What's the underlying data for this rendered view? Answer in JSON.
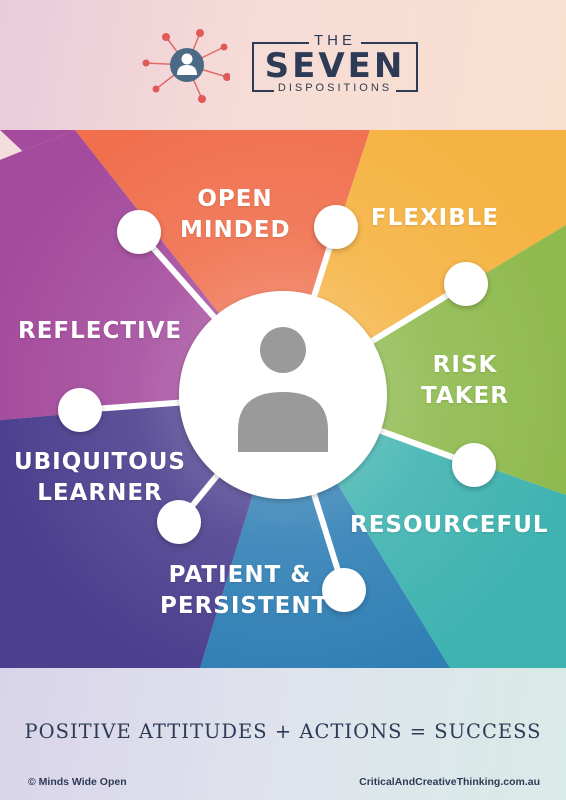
{
  "header": {
    "title_the": "THE",
    "title_main": "SEVEN",
    "title_sub": "DISPOSITIONS",
    "logo_icon": "network-person-icon"
  },
  "dispositions": [
    {
      "id": "open-minded",
      "line1": "OPEN",
      "line2": "MINDED"
    },
    {
      "id": "flexible",
      "line1": "FLEXIBLE"
    },
    {
      "id": "risk-taker",
      "line1": "RISK",
      "line2": "TAKER"
    },
    {
      "id": "resourceful",
      "line1": "RESOURCEFUL"
    },
    {
      "id": "patient-persistent",
      "line1": "PATIENT &",
      "line2": "PERSISTENT"
    },
    {
      "id": "ubiquitous-learner",
      "line1": "UBIQUITOUS",
      "line2": "LEARNER"
    },
    {
      "id": "reflective",
      "line1": "REFLECTIVE"
    }
  ],
  "center_icon": "person-icon",
  "slogan": "POSITIVE ATTITUDES + ACTIONS = SUCCESS",
  "footer": {
    "left": "© Minds Wide Open",
    "right": "CriticalAndCreativeThinking.com.au"
  },
  "colors": {
    "navy": "#2e3b57",
    "segment_orange_red": "#f0704e",
    "segment_yellow": "#f5b343",
    "segment_green": "#8fba4e",
    "segment_teal": "#3fb3b0",
    "segment_blue": "#2f7fb5",
    "segment_indigo": "#4b3f8e",
    "segment_purple": "#a44b9d",
    "node_white": "#ffffff",
    "person_gray": "#9a9a9a"
  }
}
